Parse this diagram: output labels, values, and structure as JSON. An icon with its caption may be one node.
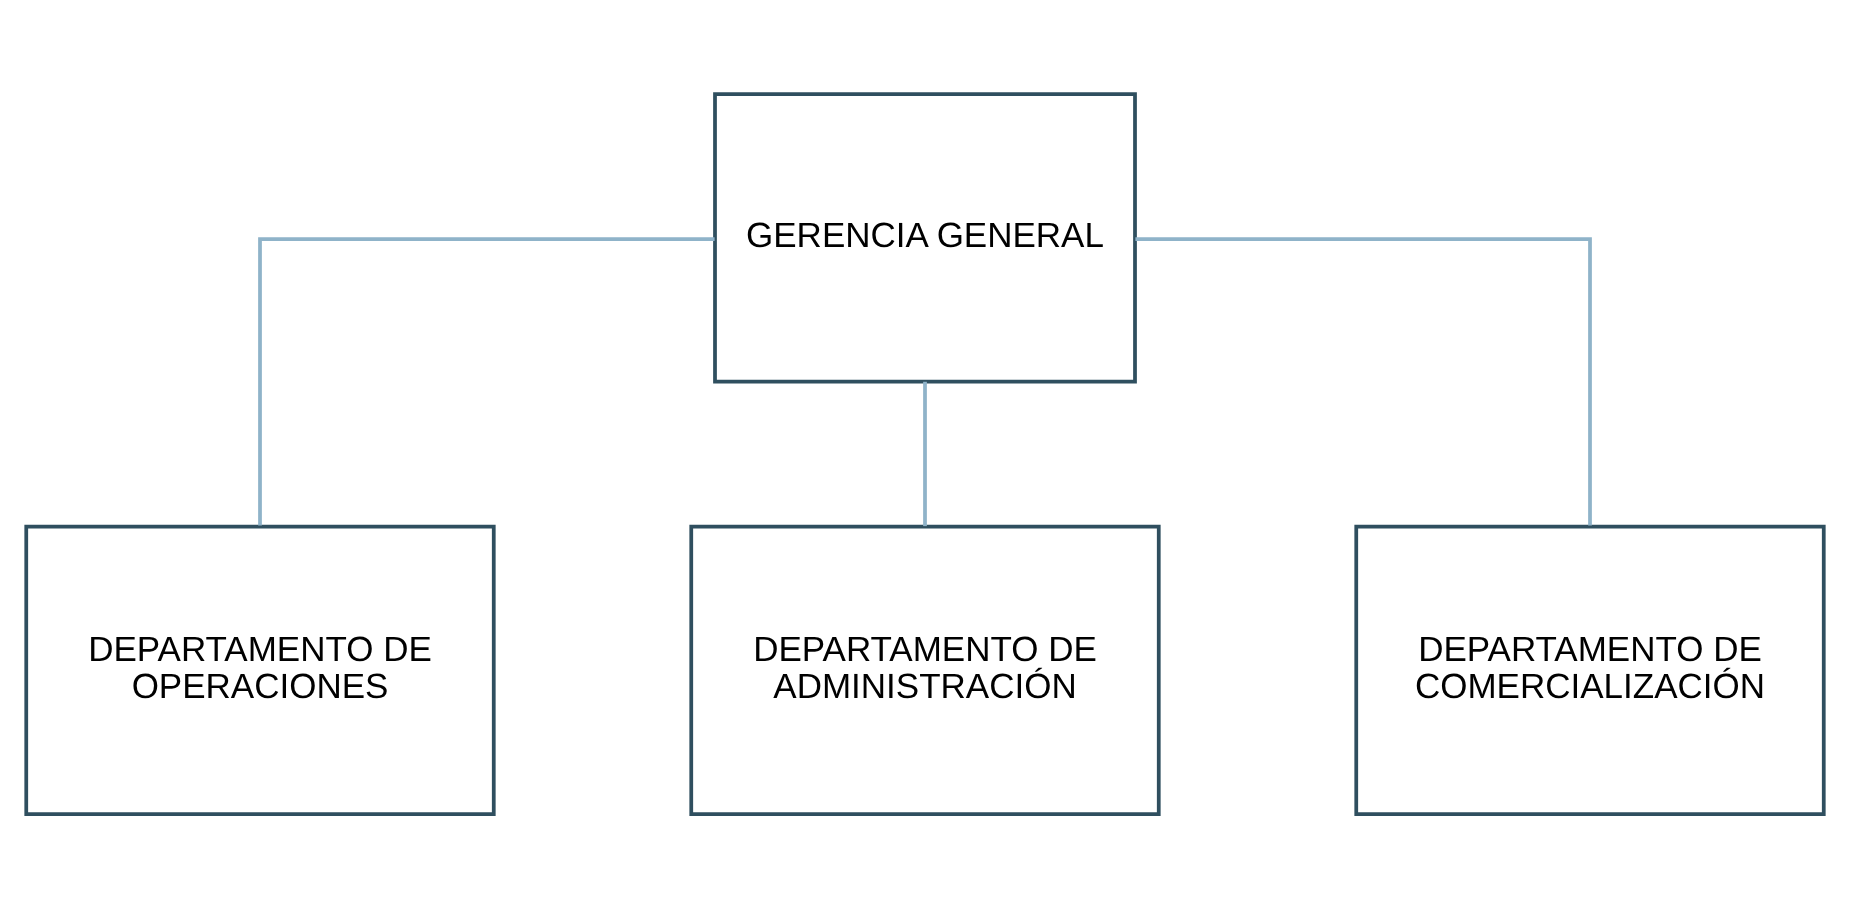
{
  "diagram": {
    "nodes": [
      {
        "text": [
          "GERENCIA GENERAL"
        ]
      },
      {
        "text": [
          "DEPARTAMENTO DE OPERACIONES"
        ]
      },
      {
        "text": [
          "DEPARTAMENTO DE ADMINISTRACIÓN"
        ]
      },
      {
        "text": [
          "DEPARTAMENTO DE COMERCIALIZACIÓN"
        ]
      }
    ],
    "edges": [
      {
        "from": 0,
        "to": 1,
        "arrow": "none"
      },
      {
        "from": 0,
        "to": 2,
        "arrow": "none"
      },
      {
        "from": 0,
        "to": 3,
        "arrow": "none"
      }
    ]
  }
}
